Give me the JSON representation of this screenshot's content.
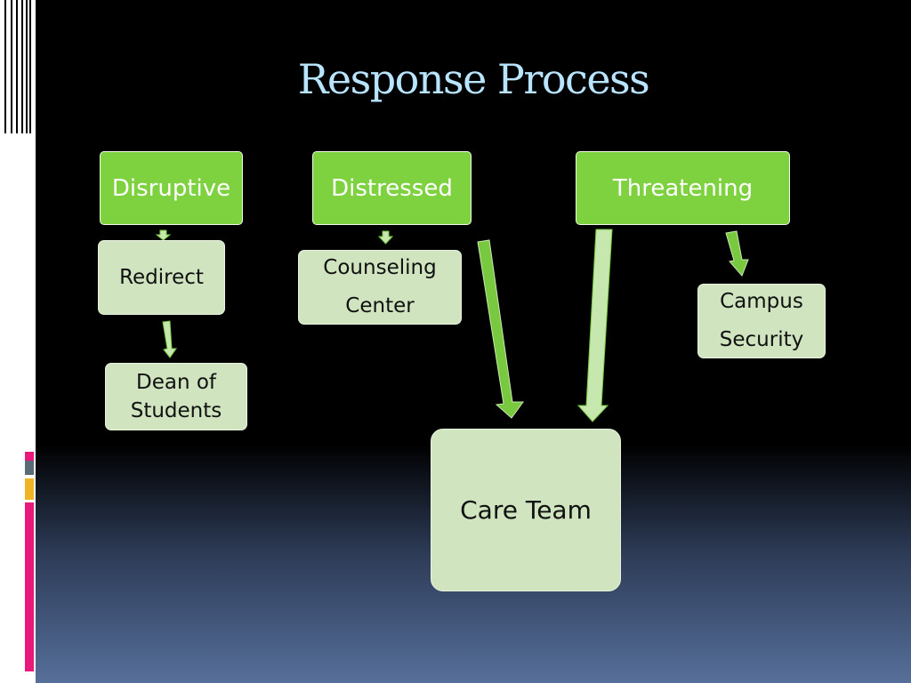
{
  "title": "Response Process",
  "categories": {
    "disruptive": "Disruptive",
    "distressed": "Distressed",
    "threatening": "Threatening"
  },
  "actions": {
    "redirect": "Redirect",
    "dean_of_students": "Dean of\nStudents",
    "counseling_center": "Counseling\nCenter",
    "campus_security": "Campus\nSecurity",
    "care_team": "Care Team"
  },
  "colors": {
    "category_box": "#7ed23f",
    "action_box": "#cfe4bf",
    "title_text": "#b8e4ff",
    "arrow_dark": "#78c840",
    "arrow_light": "#c6e8ae",
    "accent_pink": "#e8197b",
    "accent_gold": "#f0b323"
  }
}
